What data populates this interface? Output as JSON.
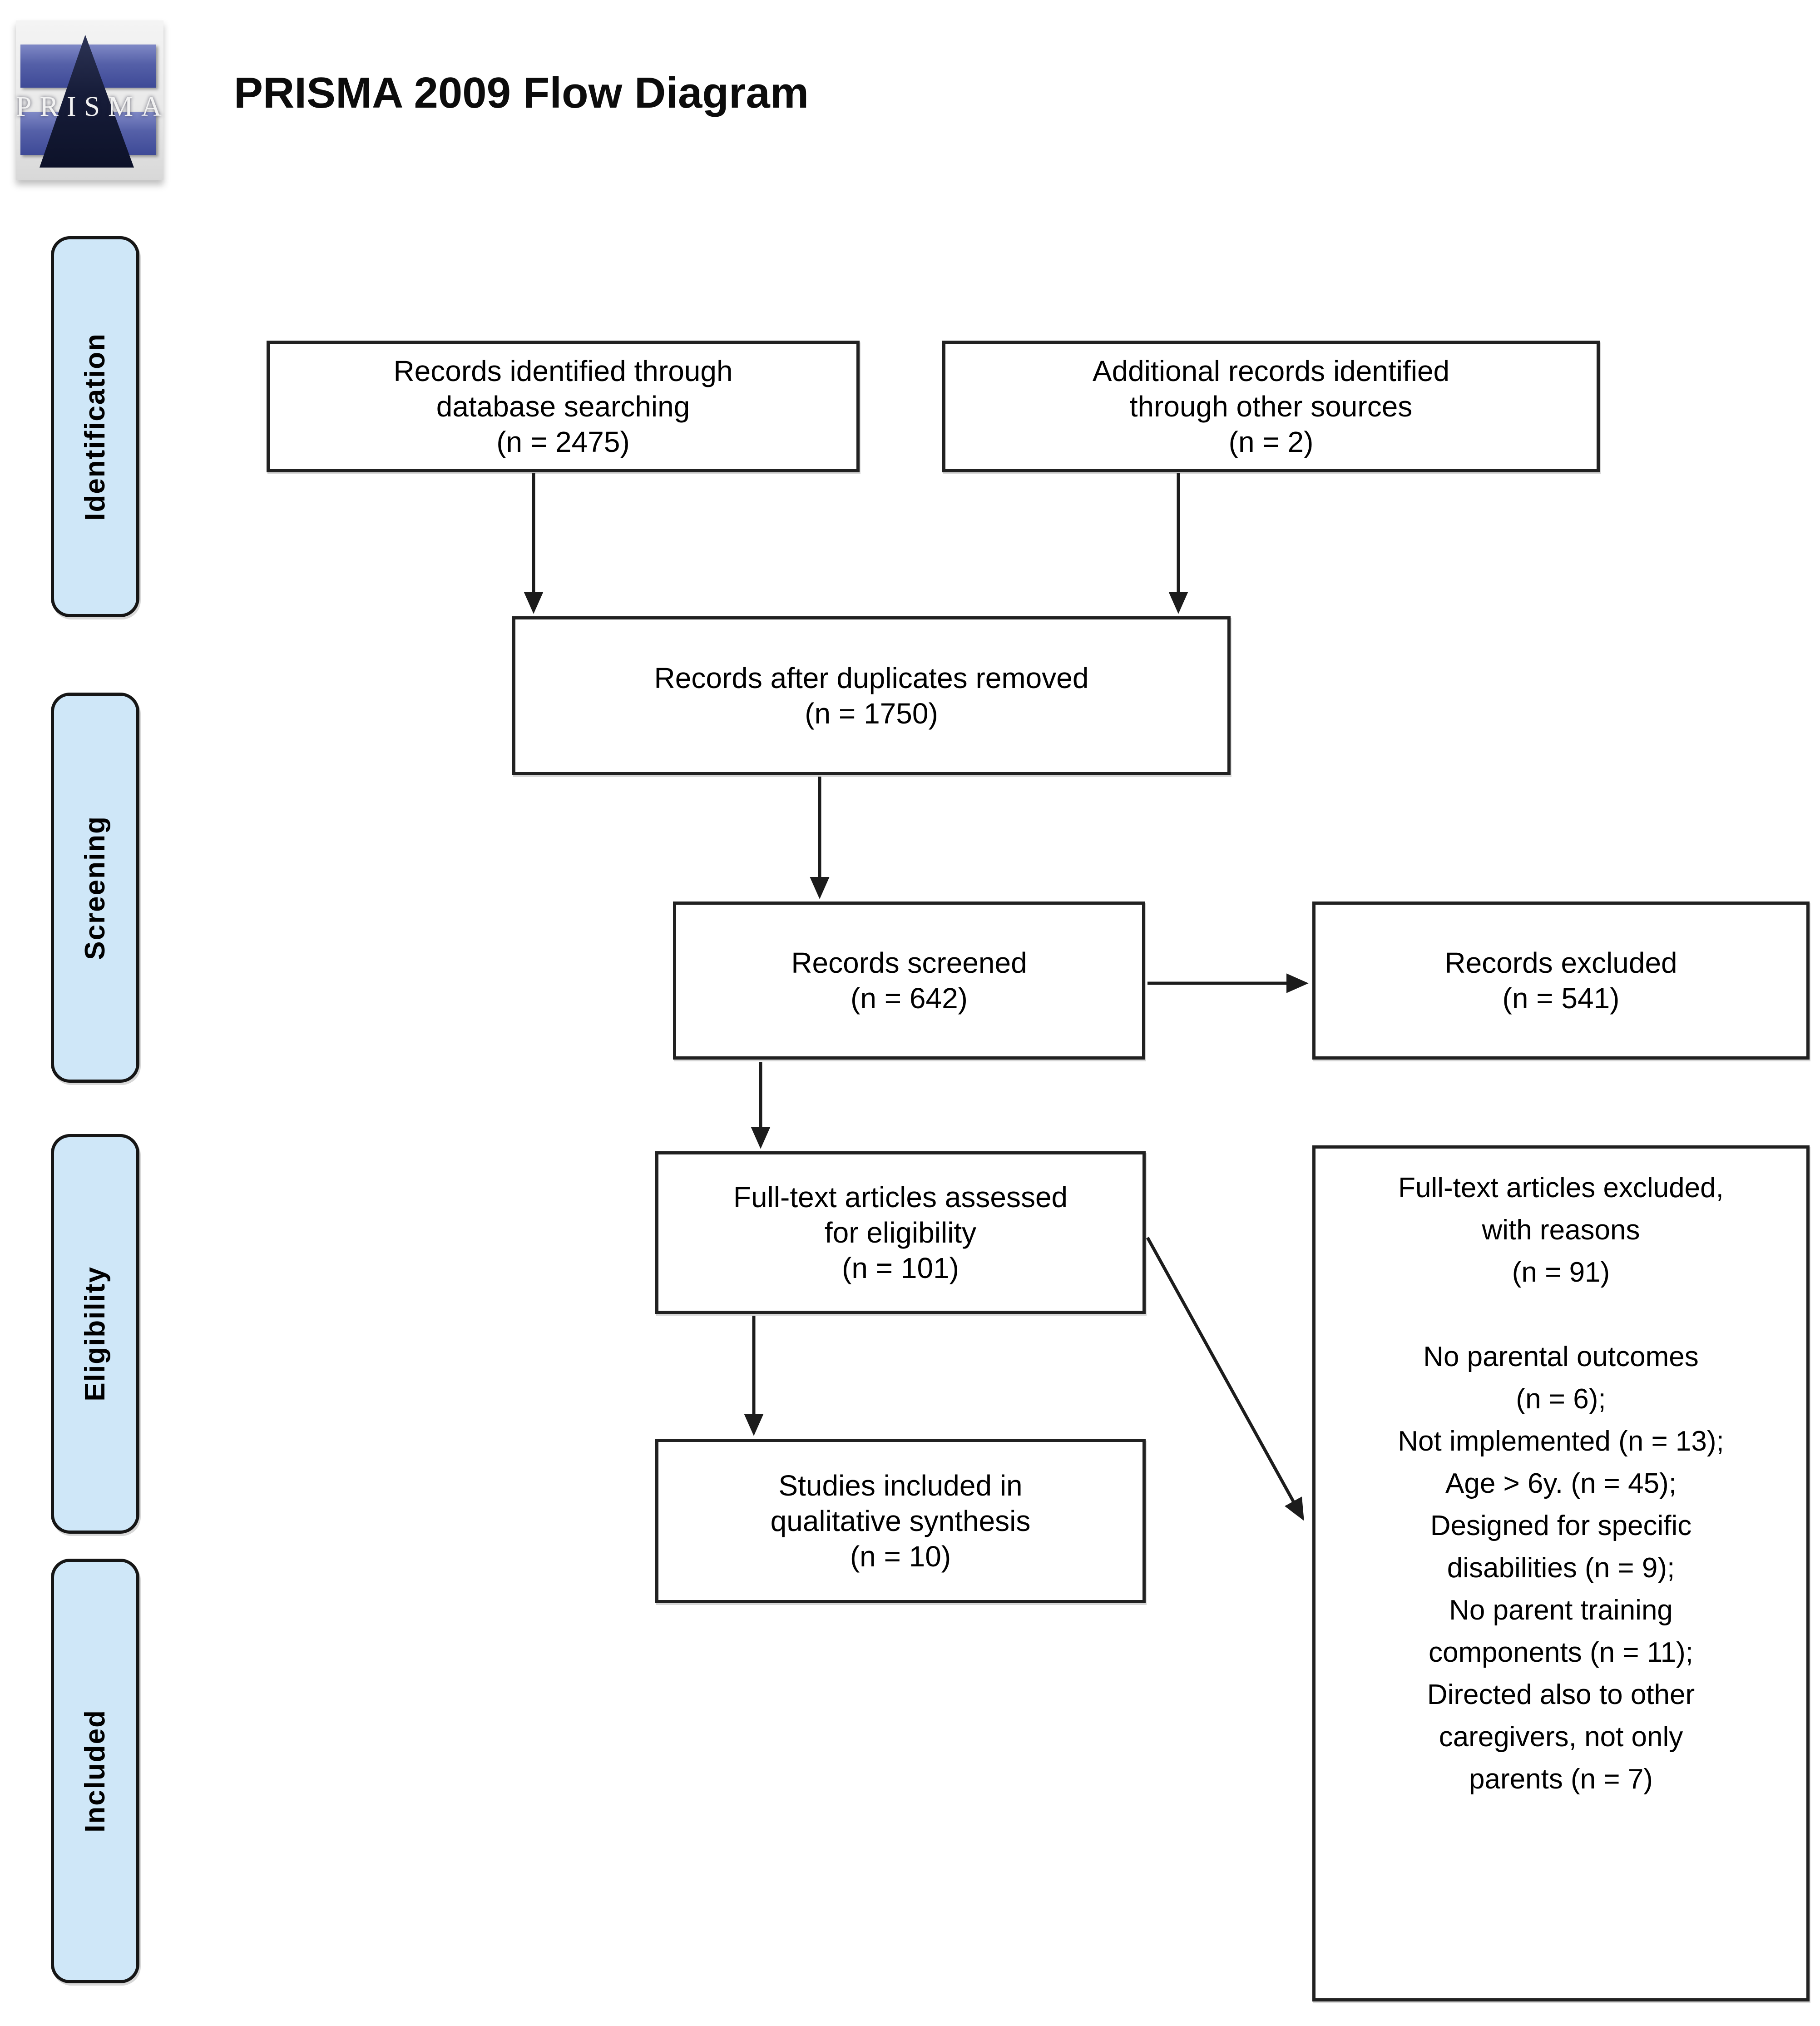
{
  "logo": {
    "letters": "PRISMA"
  },
  "title": "PRISMA 2009 Flow Diagram",
  "sidebar": [
    {
      "id": "identification",
      "label": "Identification"
    },
    {
      "id": "screening",
      "label": "Screening"
    },
    {
      "id": "eligibility",
      "label": "Eligibility"
    },
    {
      "id": "included",
      "label": "Included"
    }
  ],
  "boxes": [
    {
      "id": "records-identified",
      "text": "Records identified through\ndatabase searching\n(n = 2475)"
    },
    {
      "id": "additional-records",
      "text": "Additional records identified\nthrough other sources\n(n = 2)"
    },
    {
      "id": "after-duplicates",
      "text": "Records after duplicates removed\n(n = 1750)"
    },
    {
      "id": "records-screened",
      "text": "Records screened\n(n = 642)"
    },
    {
      "id": "records-excluded",
      "text": "Records excluded\n(n = 541)"
    },
    {
      "id": "fulltext-assessed",
      "text": "Full-text articles assessed\nfor eligibility\n(n = 101)"
    },
    {
      "id": "studies-included",
      "text": "Studies included in\nqualitative synthesis\n(n = 10)"
    },
    {
      "id": "fulltext-excluded",
      "text": "Full-text articles excluded,\nwith reasons\n(n = 91)\n\nNo parental outcomes\n(n = 6);\nNot implemented (n = 13);\nAge > 6y. (n = 45);\nDesigned for specific\ndisabilities (n = 9);\nNo parent training\ncomponents (n = 11);\nDirected also to other\ncaregivers, not only\nparents (n = 7)"
    }
  ],
  "colors": {
    "stage_fill": "#cfe7f8",
    "box_border": "#212121",
    "arrow": "#1c1c1c",
    "logo_blue": "#5560a8",
    "logo_navy": "#0b1026"
  }
}
